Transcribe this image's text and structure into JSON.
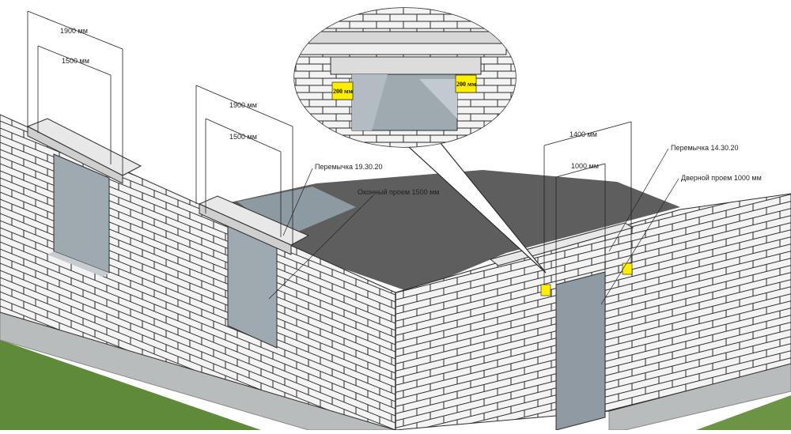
{
  "dimensions": {
    "left_window_outer": "1900 мм",
    "left_window_inner": "1500 мм",
    "mid_window_outer": "1900 мм",
    "mid_window_inner": "1500 мм",
    "door_outer": "1400 мм",
    "door_inner": "1000 мм"
  },
  "annotations": {
    "lintel_window": "Перемычка 19.30.20",
    "window_opening": "Оконный проем 1500 мм",
    "lintel_door": "Перемычка 14.30.20",
    "door_opening": "Дверной проем 1000 мм"
  },
  "callout": {
    "support_left": "200 мм",
    "support_right": "200 мм"
  },
  "colors": {
    "brick_fill": "#f3f3f3",
    "brick_line": "#2b2b2b",
    "opening_fill": "#9fa9b0",
    "floor_shadow": "#5e5e5e",
    "foundation": "#b9bcbd",
    "grass": "#5f8a3a",
    "marker": "#ffee00"
  }
}
